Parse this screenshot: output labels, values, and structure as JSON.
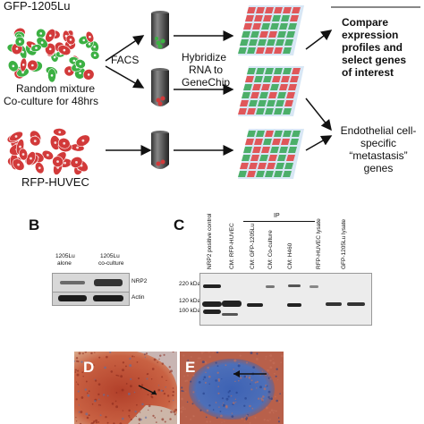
{
  "panel_a": {
    "gfp_label": "GFP-1205Lu",
    "mixture_label_1": "Random mixture",
    "mixture_label_2": "Co-culture for 48hrs",
    "rfp_label": "RFP-HUVEC",
    "facs_label": "FACS",
    "hybridize_label_1": "Hybridize",
    "hybridize_label_2": "RNA to",
    "hybridize_label_3": "GeneChip",
    "compare_label_1": "Compare",
    "compare_label_2": "expression",
    "compare_label_3": "profiles and",
    "compare_label_4": "select genes",
    "compare_label_5": "of interest",
    "endo_label_1": "Endothelial cell-",
    "endo_label_2": "specific",
    "endo_label_3": "“metastasis”",
    "endo_label_4": "genes"
  },
  "panel_b": {
    "letter": "B",
    "col1_line1": "1205Lu",
    "col1_line2": "alone",
    "col2_line1": "1205Lu",
    "col2_line2": "co-culture",
    "row1": "NRP2",
    "row2": "Actin"
  },
  "panel_c": {
    "letter": "C",
    "ip_label": "IP",
    "lanes": [
      "NRP2 positive control",
      "CM: RFP-HUVEC",
      "CM: GFP-1205Lu",
      "CM: Co-culture",
      "CM: H460",
      "RFP-HUVEC lysate",
      "GFP-1205Lu lysate"
    ],
    "mw_markers": [
      "220 kDa",
      "120 kDa",
      "100 kDa"
    ]
  },
  "panel_d": {
    "letter": "D"
  },
  "panel_e": {
    "letter": "E"
  },
  "colors": {
    "gfp_green": "#3cb043",
    "rfp_red": "#d23a3a",
    "chip_green": "#4caf6a",
    "chip_red": "#e0575a",
    "tissue_red": "#b5472e",
    "tissue_blue": "#3b5ea8"
  }
}
